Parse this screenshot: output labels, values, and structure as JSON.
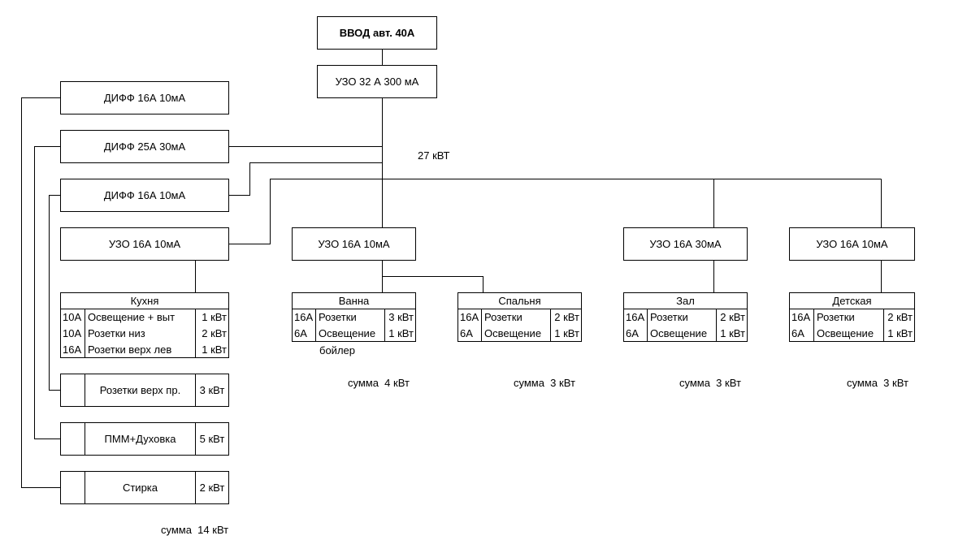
{
  "main": {
    "input_label": "ВВОД авт. 40А",
    "main_rcd_label": "УЗО 32 А 300 мА",
    "total_power": "27 кВТ"
  },
  "kitchen": {
    "diff1_label": "ДИФФ 16А 10мА",
    "diff2_label": "ДИФФ 25А 30мА",
    "diff3_label": "ДИФФ 16А 10мА",
    "rcd_label": "УЗО 16А 10мА",
    "table": {
      "title": "Кухня",
      "rows": [
        {
          "breaker": "10А",
          "name": "Освещение + выт",
          "power": "1 кВт"
        },
        {
          "breaker": "10А",
          "name": "Розетки низ",
          "power": "2 кВт"
        },
        {
          "breaker": "16А",
          "name": "Розетки верх лев",
          "power": "1 кВт"
        }
      ]
    },
    "sockets_upper_right": {
      "name": "Розетки верх пр.",
      "power": "3 кВт"
    },
    "dishwasher_oven": {
      "name": "ПММ+Духовка",
      "power": "5 кВт"
    },
    "laundry": {
      "name": "Стирка",
      "power": "2 кВт"
    },
    "sum": "сумма  14 кВт"
  },
  "bath": {
    "rcd_label": "УЗО 16А 10мА",
    "table": {
      "title": "Ванна",
      "rows": [
        {
          "breaker": "16А",
          "name": "Розетки",
          "power": "3 кВт"
        },
        {
          "breaker": "6А",
          "name": "Освещение",
          "power": "1 кВт"
        }
      ]
    },
    "note": "бойлер",
    "sum": "сумма  4 кВт"
  },
  "bedroom": {
    "table": {
      "title": "Спальня",
      "rows": [
        {
          "breaker": "16А",
          "name": "Розетки",
          "power": "2 кВт"
        },
        {
          "breaker": "6А",
          "name": "Освещение",
          "power": "1 кВт"
        }
      ]
    },
    "sum": "сумма  3 кВт"
  },
  "hall": {
    "rcd_label": "УЗО 16А 30мА",
    "table": {
      "title": "Зал",
      "rows": [
        {
          "breaker": "16А",
          "name": "Розетки",
          "power": "2 кВт"
        },
        {
          "breaker": "6А",
          "name": "Освещение",
          "power": "1 кВт"
        }
      ]
    },
    "sum": "сумма  3 кВт"
  },
  "kids": {
    "rcd_label": "УЗО 16А 10мА",
    "table": {
      "title": "Детская",
      "rows": [
        {
          "breaker": "16А",
          "name": "Розетки",
          "power": "2 кВт"
        },
        {
          "breaker": "6А",
          "name": "Освещение",
          "power": "1 кВт"
        }
      ]
    },
    "sum": "сумма  3 кВт"
  }
}
